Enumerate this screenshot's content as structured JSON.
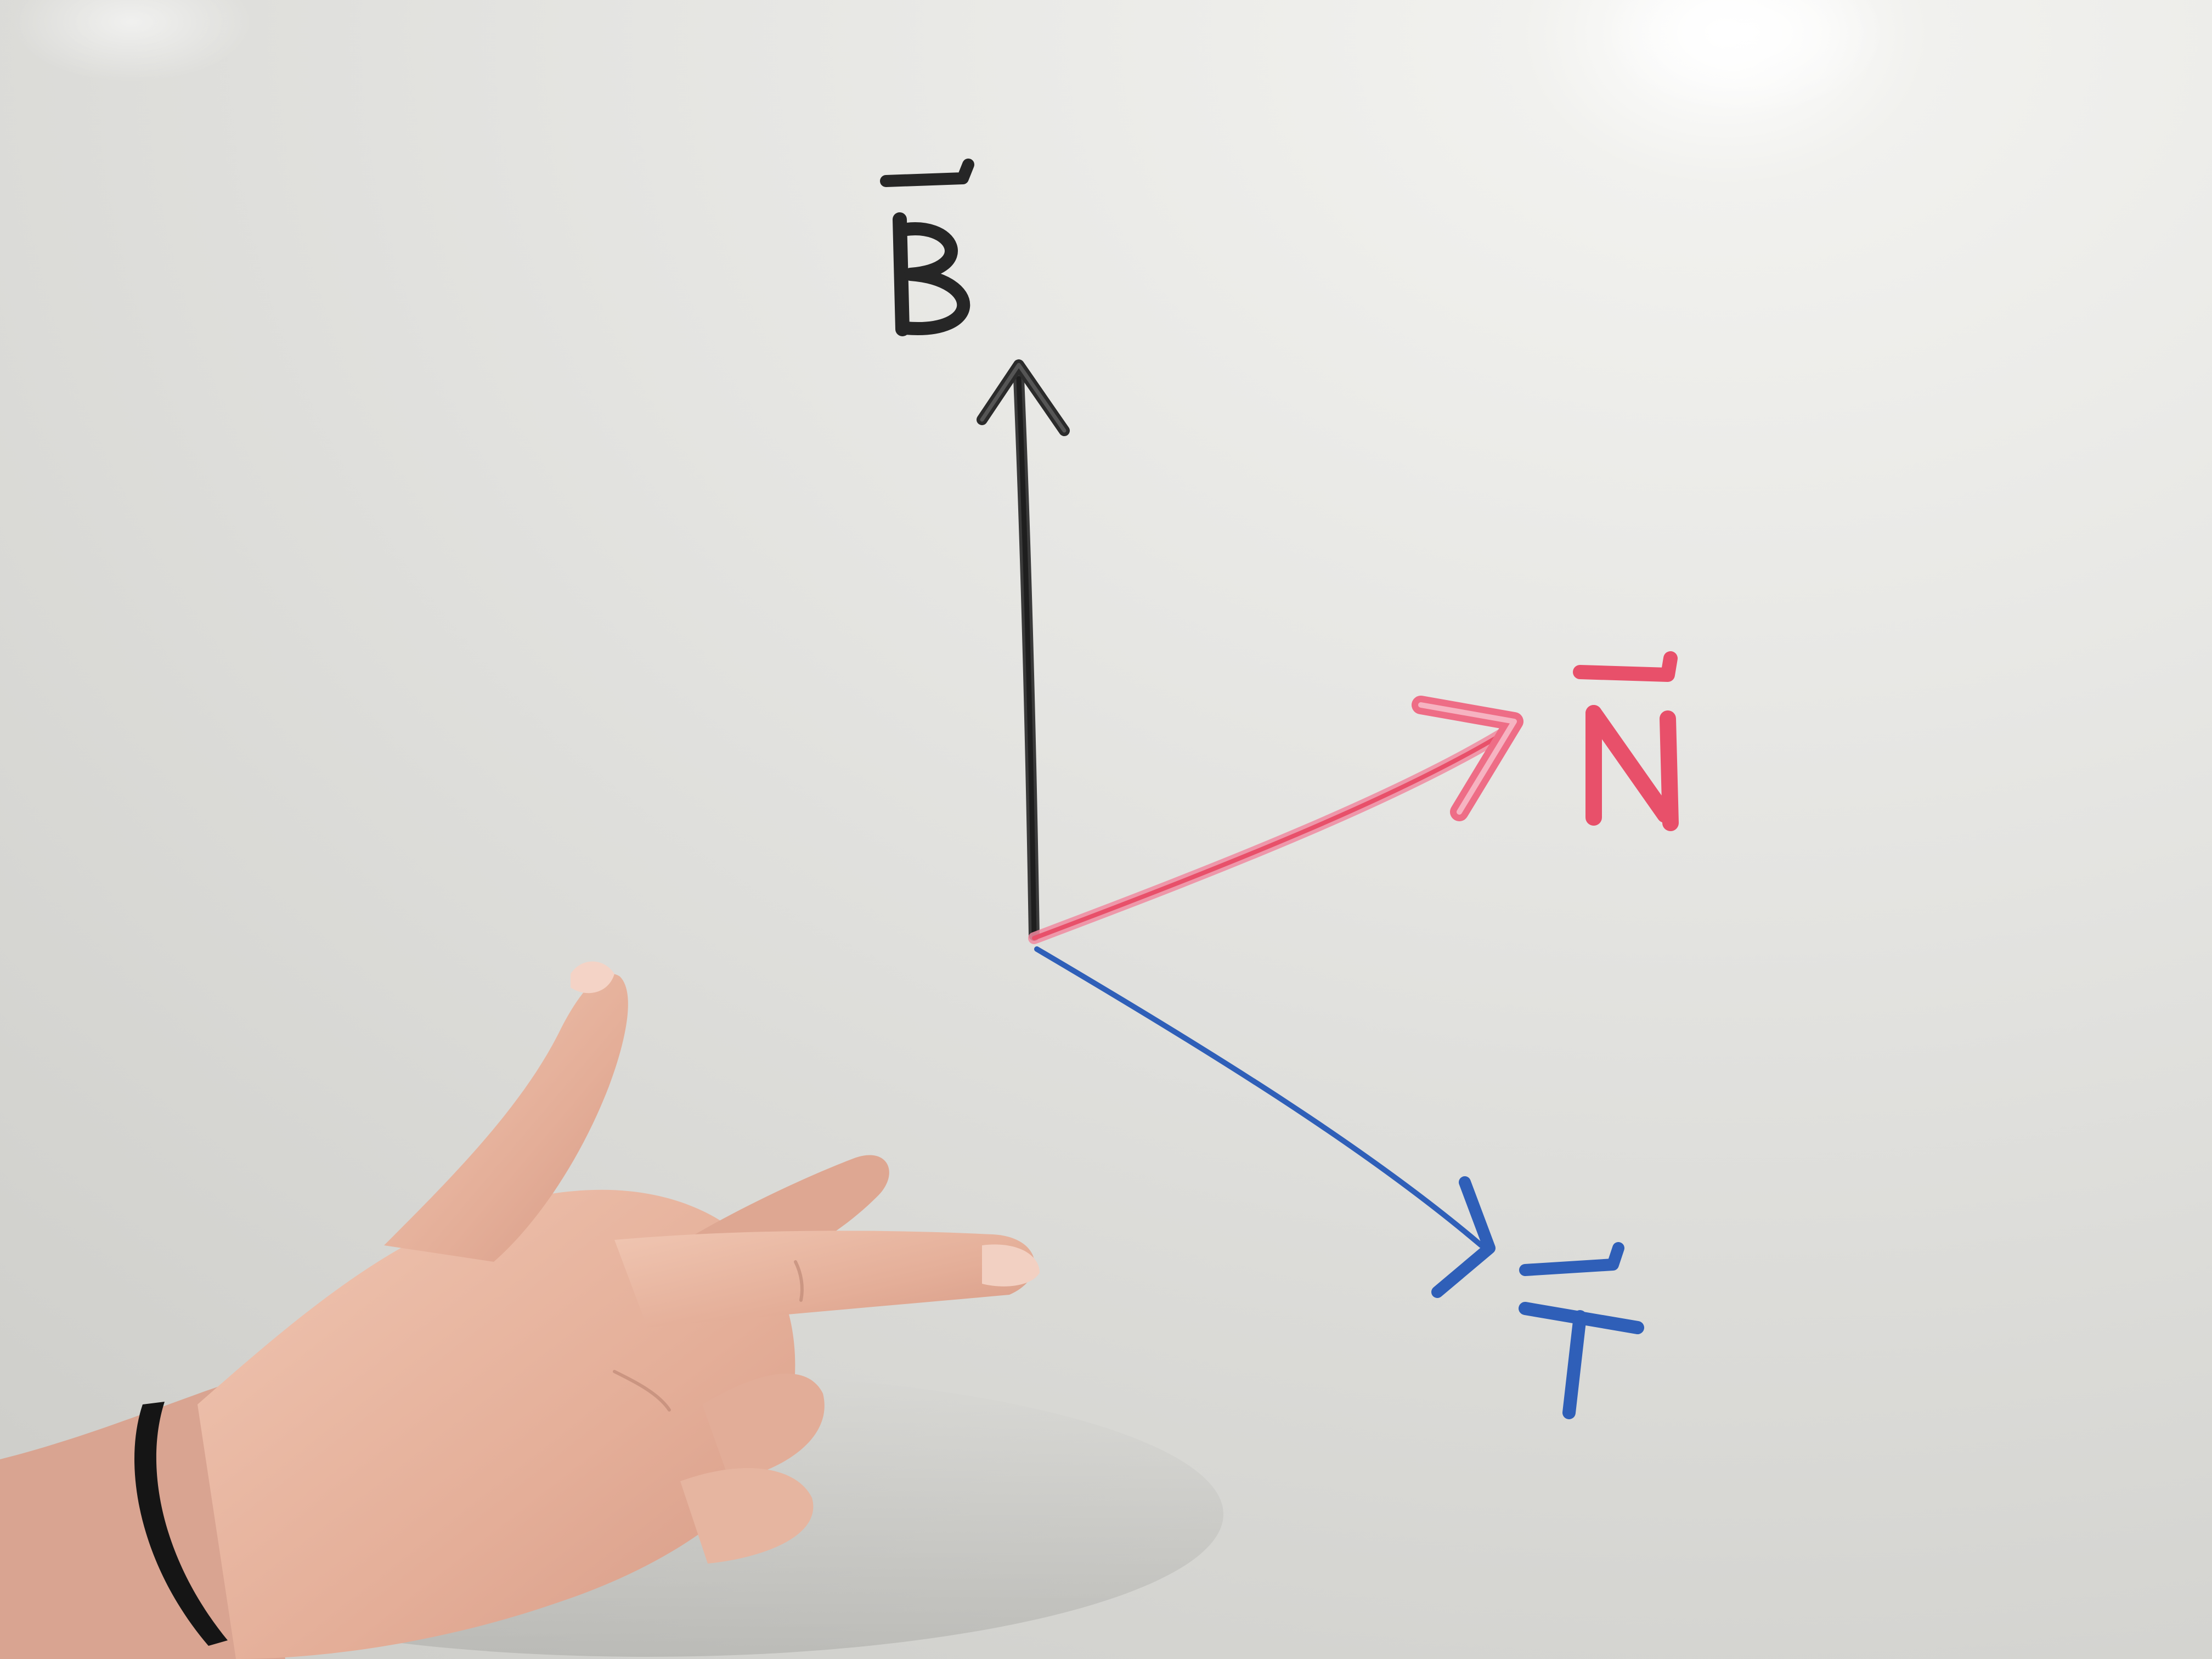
{
  "photo": {
    "labels": {
      "binormal": "B",
      "normal": "N",
      "tangent": "T"
    },
    "colors": {
      "board": "#e6e6e3",
      "binormal_ink": "#2b2b2b",
      "normal_ink": "#e8506a",
      "tangent_ink": "#2f5fb8",
      "skin": "#e9b8a3",
      "hair_tie": "#151515"
    }
  }
}
